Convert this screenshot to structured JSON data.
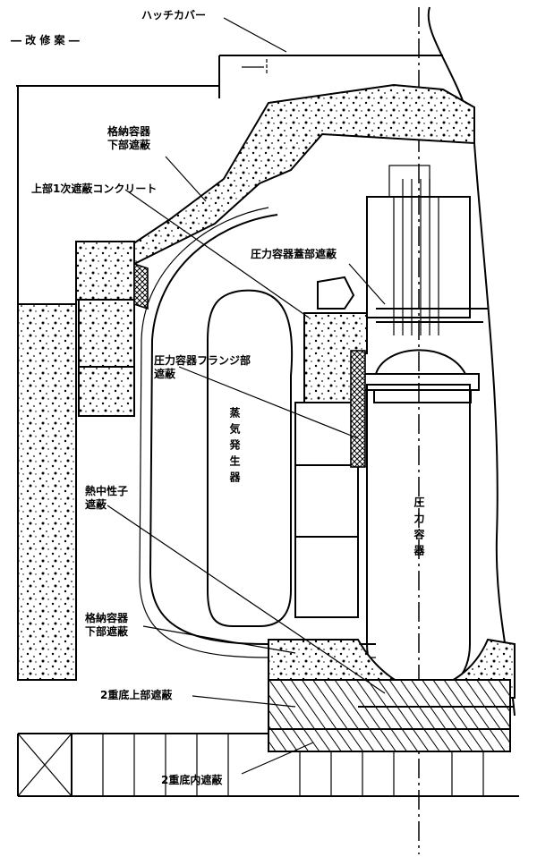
{
  "figure": {
    "revision_label": "― 改 修 案 ―",
    "labels": {
      "hatch_cover": "ハッチカバー",
      "containment_lower_shield_top": "格納容器\n下部遮蔽",
      "upper_primary_shield_concrete": "上部1次遮蔽コンクリート",
      "pv_head_shield": "圧力容器蓋部遮蔽",
      "pv_flange_shield": "圧力容器フランジ部\n遮蔽",
      "steam_generator": "蒸気発生器",
      "neutron_shield": "熱中性子\n遮蔽",
      "pressure_vessel": "圧力容器",
      "containment_lower_shield_bottom": "格納容器\n下部遮蔽",
      "double_bottom_upper_shield": "2重底上部遮蔽",
      "double_bottom_inner_shield": "2重底内遮蔽"
    }
  },
  "colors": {
    "ink": "#000000",
    "paper": "#ffffff"
  }
}
